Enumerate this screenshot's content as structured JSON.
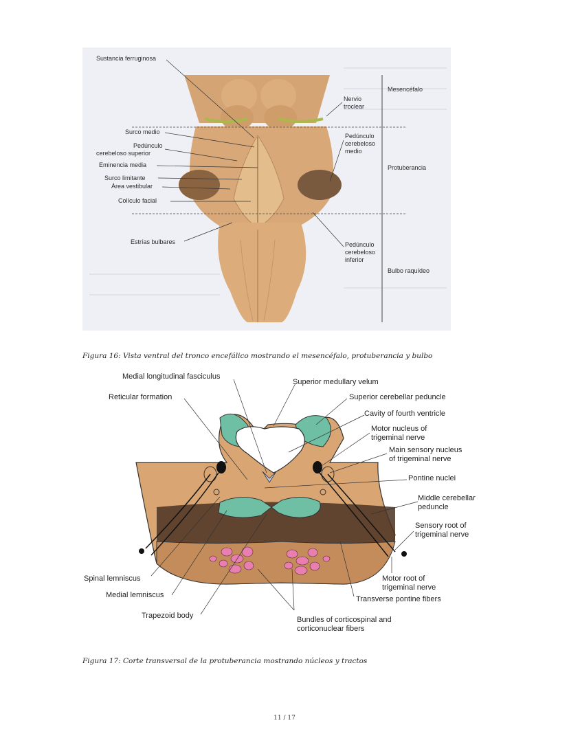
{
  "figure1": {
    "labels": {
      "sustancia": "Sustancia ferruginosa",
      "surco_medio": "Surco medio",
      "ped_sup_1": "Pedúnculo",
      "ped_sup_2": "cerebeloso superior",
      "eminencia": "Eminencia media",
      "surco_lim": "Surco limitante",
      "area_vest": "Área vestibular",
      "coliculo": "Colículo facial",
      "estrias": "Estrías bulbares",
      "nervio_1": "Nervio",
      "nervio_2": "troclear",
      "ped_med_1": "Pedúnculo",
      "ped_med_2": "cerebeloso",
      "ped_med_3": "medio",
      "ped_inf_1": "Pedúnculo",
      "ped_inf_2": "cerebeloso",
      "ped_inf_3": "inferior",
      "mesencefalo": "Mesencéfalo",
      "protuberancia": "Protuberancia",
      "bulbo": "Bulbo raquídeo"
    },
    "caption": "Figura 16: Vista ventral del tronco encefálico mostrando el mesencéfalo, protuberancia y bulbo"
  },
  "figure2": {
    "labels": {
      "mlf": "Medial longitudinal fasciculus",
      "reticular": "Reticular formation",
      "smv": "Superior medullary velum",
      "scp": "Superior cerebellar peduncle",
      "cavity": "Cavity of fourth ventricle",
      "motor_nuc_1": "Motor nucleus of",
      "motor_nuc_2": "trigeminal nerve",
      "main_sens_1": "Main sensory nucleus",
      "main_sens_2": "of trigeminal nerve",
      "pontine": "Pontine nuclei",
      "mcp_1": "Middle cerebellar",
      "mcp_2": "peduncle",
      "sens_root_1": "Sensory root of",
      "sens_root_2": "trigeminal nerve",
      "spinal_lem": "Spinal lemniscus",
      "medial_lem": "Medial lemniscus",
      "trapezoid": "Trapezoid body",
      "motor_root_1": "Motor root of",
      "motor_root_2": "trigeminal nerve",
      "transverse": "Transverse pontine fibers",
      "bundles_1": "Bundles of corticospinal and",
      "bundles_2": "corticonuclear fibers"
    },
    "caption": "Figura 17: Corte transversal de la protuberancia mostrando núcleos y tractos"
  },
  "page_number": "11 / 17",
  "colors": {
    "tissue": "#d2a272",
    "tissue_light": "#e2bd8e",
    "peduncle_dark": "#7a5a3e",
    "teal": "#6fbfa5",
    "pink": "#e87fb0",
    "pons_brown": "#c8935f",
    "fibers_dark": "#3e2a1c"
  }
}
